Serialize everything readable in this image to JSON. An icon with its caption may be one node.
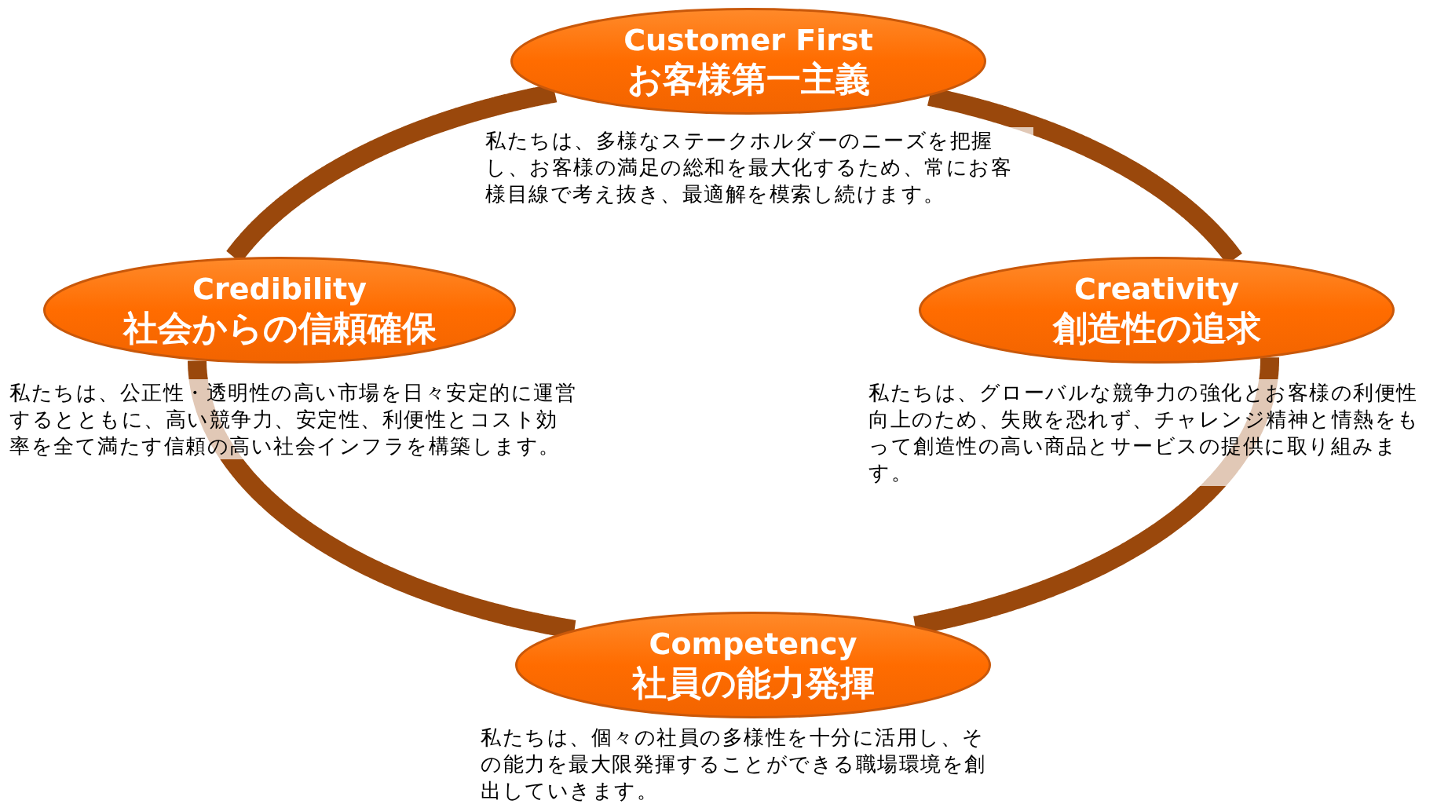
{
  "diagram": {
    "nodes": [
      {
        "text": [
          "Customer First",
          "お客様第一主義"
        ],
        "beside": [
          "私たちは、多様なステークホルダーのニーズを把握し、お客様の満足の総和を最大化するため、常にお客様目線で考え抜き、最適解を模索し続けます。"
        ]
      },
      {
        "text": [
          "Credibility",
          "社会からの信頼確保"
        ],
        "beside": [
          "私たちは、公正性・透明性の高い市場を日々安定的に運営するとともに、高い競争力、安定性、利便性とコスト効率を全て満たす信頼の高い社会インフラを構築します。"
        ]
      },
      {
        "text": [
          "Creativity",
          "創造性の追求"
        ],
        "beside": [
          "私たちは、グローバルな競争力の強化とお客様の利便性向上のため、失敗を恐れず、チャレンジ精神と情熱をもって創造性の高い商品とサービスの提供に取り組みます。"
        ]
      },
      {
        "text": [
          "Competency",
          "社員の能力発揮"
        ],
        "beside": [
          "私たちは、個々の社員の多様性を十分に活用し、その能力を最大限発揮することができる職場環境を創出していきます。"
        ]
      }
    ],
    "edges": [
      {
        "from": 0,
        "to": 1,
        "arrow": "none"
      },
      {
        "from": 0,
        "to": 2,
        "arrow": "none"
      },
      {
        "from": 1,
        "to": 3,
        "arrow": "none"
      },
      {
        "from": 2,
        "to": 3,
        "arrow": "none"
      }
    ]
  }
}
